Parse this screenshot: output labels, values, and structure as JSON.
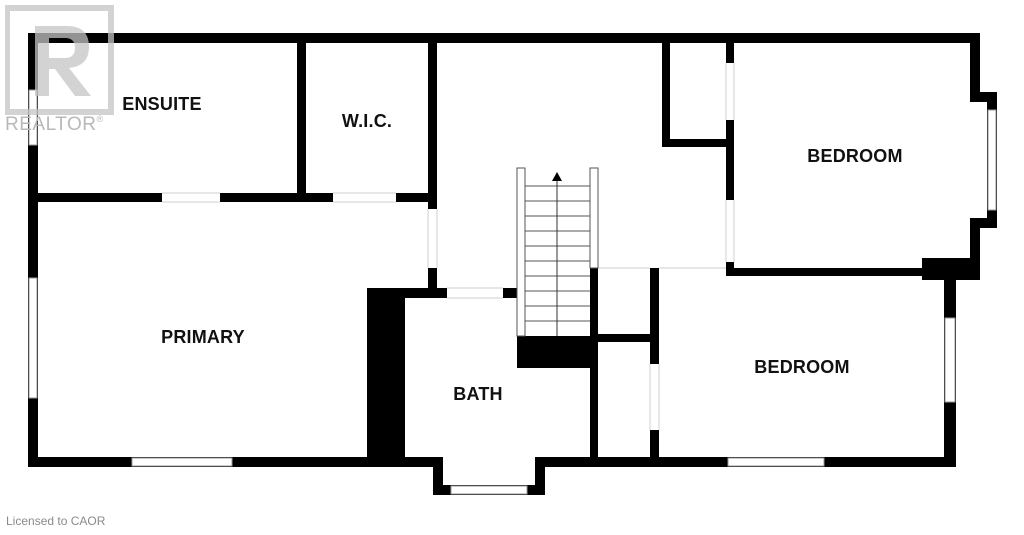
{
  "rooms": {
    "ensuite": "ENSUITE",
    "wic": "W.I.C.",
    "primary": "PRIMARY",
    "bath": "BATH",
    "bedroom_upper": "BEDROOM",
    "bedroom_lower": "BEDROOM"
  },
  "watermark": {
    "brand": "REALTOR",
    "registered": "®",
    "logo_icon": "realtor-r-logo-icon"
  },
  "credit": "Licensed to CAOR",
  "colors": {
    "wall": "#000000",
    "window": "#bbbbbb",
    "watermark": "#b9b9b9",
    "background": "#ffffff"
  }
}
